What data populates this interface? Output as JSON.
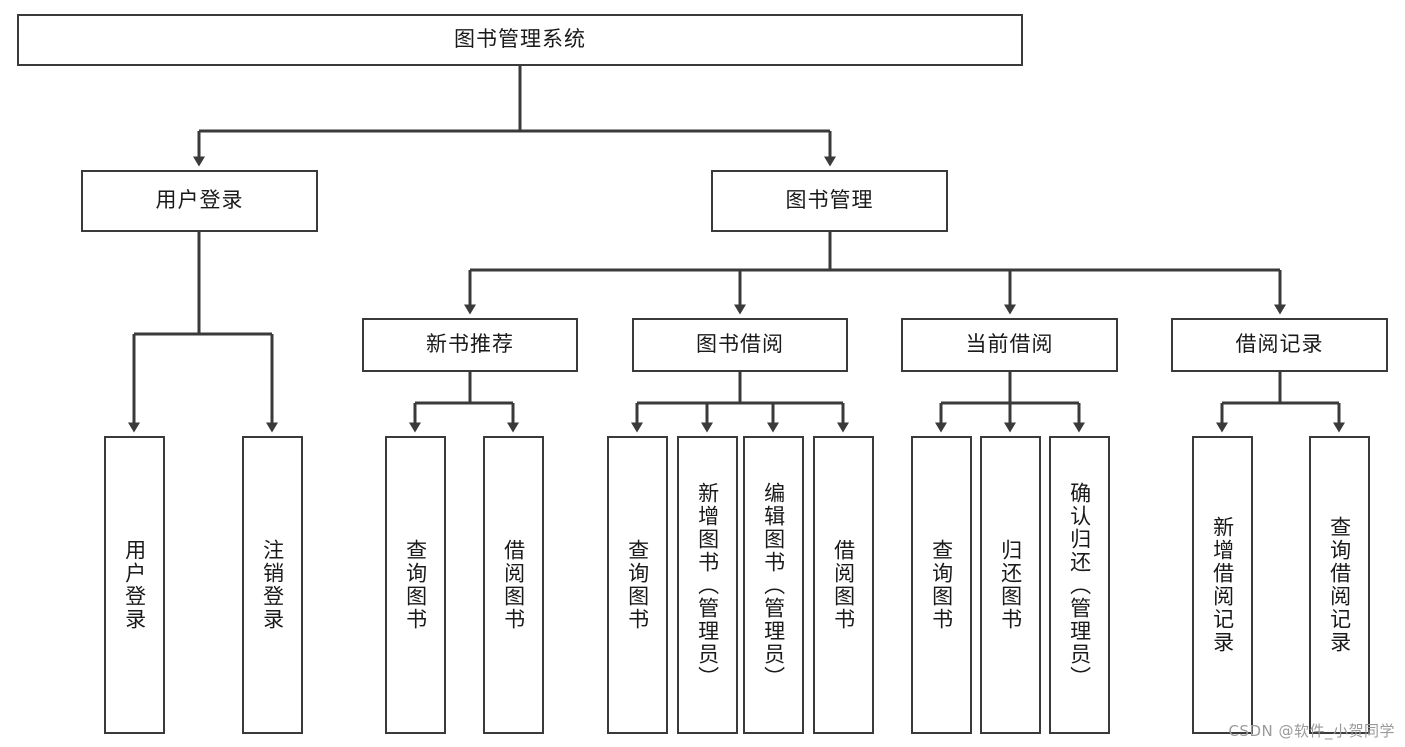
{
  "diagram": {
    "title": "图书管理系统",
    "watermark": "CSDN @软件_小贺同学",
    "line_color": "#3a3a3a",
    "box_fill": "#ffffff",
    "text_color": "#1a1a1a",
    "root": {
      "label": "图书管理系统"
    },
    "level2": [
      {
        "label": "用户登录"
      },
      {
        "label": "图书管理"
      }
    ],
    "level3": [
      {
        "label": "新书推荐"
      },
      {
        "label": "图书借阅"
      },
      {
        "label": "当前借阅"
      },
      {
        "label": "借阅记录"
      }
    ],
    "leaves": [
      {
        "label": "用户登录",
        "parent": "用户登录"
      },
      {
        "label": "注销登录",
        "parent": "用户登录"
      },
      {
        "label": "查询图书",
        "parent": "新书推荐"
      },
      {
        "label": "借阅图书",
        "parent": "新书推荐"
      },
      {
        "label": "查询图书",
        "parent": "图书借阅"
      },
      {
        "label": "新增图书（管理员）",
        "parent": "图书借阅"
      },
      {
        "label": "编辑图书（管理员）",
        "parent": "图书借阅"
      },
      {
        "label": "借阅图书",
        "parent": "图书借阅"
      },
      {
        "label": "查询图书",
        "parent": "当前借阅"
      },
      {
        "label": "归还图书",
        "parent": "当前借阅"
      },
      {
        "label": "确认归还（管理员）",
        "parent": "当前借阅"
      },
      {
        "label": "新增借阅记录",
        "parent": "借阅记录"
      },
      {
        "label": "查询借阅记录",
        "parent": "借阅记录"
      }
    ]
  }
}
